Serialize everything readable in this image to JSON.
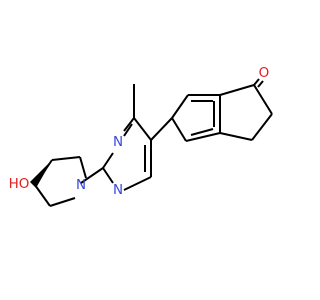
{
  "colors": {
    "bond": "#000000",
    "nitrogen": "#3A48D8",
    "oxygen": "#E02020",
    "background": "#FFFFFF"
  },
  "atoms": {
    "ketone_oxygen": "O",
    "pyrimidine_n_top": "N",
    "pyrimidine_n_bottom": "N",
    "pyrrolidine_n": "N",
    "hydroxyl": "HO"
  }
}
